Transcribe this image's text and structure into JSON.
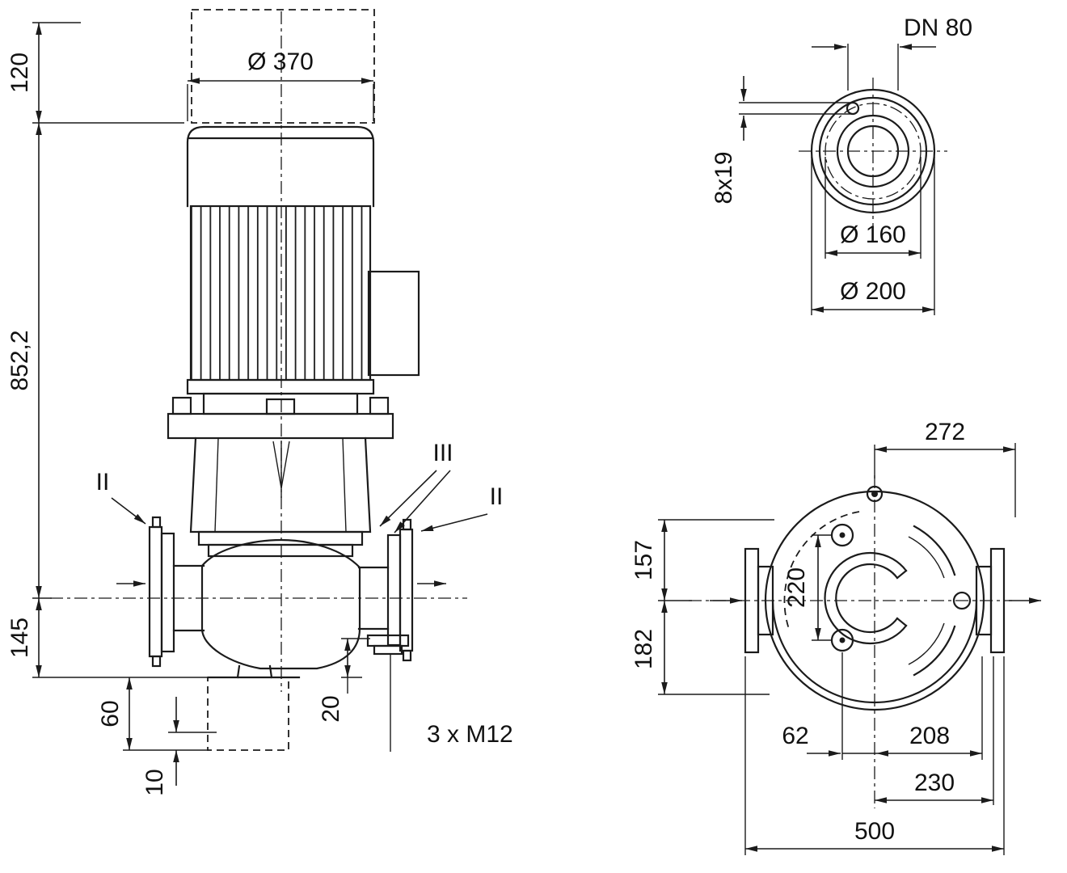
{
  "front_view": {
    "dim_120": "120",
    "dim_diameter_370": "Ø 370",
    "dim_852_2": "852,2",
    "dim_145": "145",
    "dim_60": "60",
    "dim_10": "10",
    "dim_20": "20",
    "label_3xm12": "3 x M12",
    "section_ii_left": "II",
    "section_ii_right": "II",
    "section_iii": "III"
  },
  "flange_view": {
    "label_dn80": "DN 80",
    "dim_8x19": "8x19",
    "dim_diameter_160": "Ø 160",
    "dim_diameter_200": "Ø 200"
  },
  "top_view": {
    "dim_272": "272",
    "dim_157": "157",
    "dim_182": "182",
    "dim_220": "220",
    "dim_62": "62",
    "dim_208": "208",
    "dim_230": "230",
    "dim_500": "500"
  },
  "colors": {
    "line": "#1b1b1b",
    "background": "#ffffff"
  }
}
